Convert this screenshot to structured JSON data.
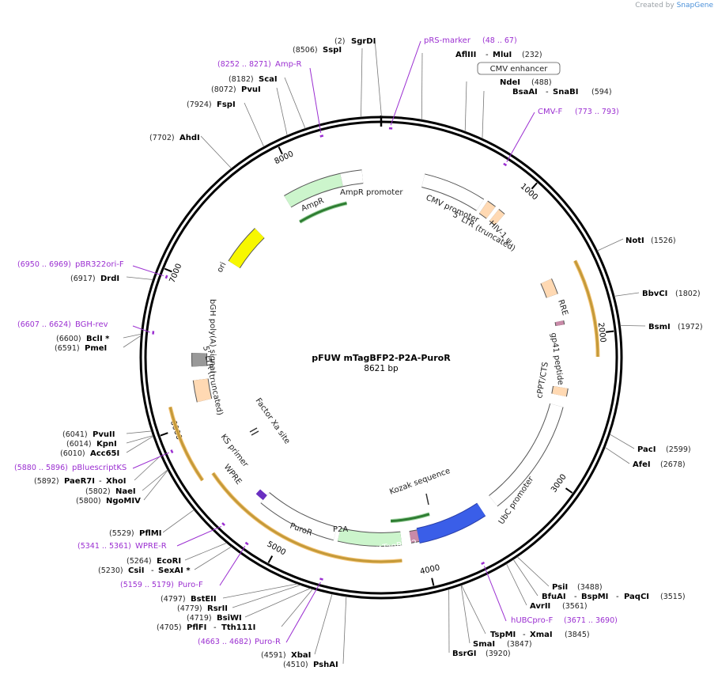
{
  "credit": {
    "prefix": "Created by",
    "brand": "SnapGene"
  },
  "plasmid": {
    "name": "pFUW mTagBFP2-P2A-PuroR",
    "size_label": "8621 bp",
    "length": 8621
  },
  "colors": {
    "backbone": "#000000",
    "primer": "#9b2fd1",
    "enzyme_line": "#6e6e6e",
    "orange_track": "#f5a623",
    "bfp": "#3a5ee8",
    "green": "#4caf50"
  },
  "ticks": [
    {
      "label": "1000",
      "bp": 1000
    },
    {
      "label": "2000",
      "bp": 2000
    },
    {
      "label": "3000",
      "bp": 3000
    },
    {
      "label": "4000",
      "bp": 4000
    },
    {
      "label": "5000",
      "bp": 5000
    },
    {
      "label": "6000",
      "bp": 6000
    },
    {
      "label": "7000",
      "bp": 7000
    },
    {
      "label": "8000",
      "bp": 8000
    }
  ],
  "enzymes": [
    {
      "pos": "(2)",
      "name": "SgrDI"
    },
    {
      "pos": "(8506)",
      "name": "SspI"
    },
    {
      "name": "AflIII",
      "sep": "-",
      "name2": "MluI",
      "pos2": "(232)"
    },
    {
      "name": "NdeI",
      "pos2": "(488)"
    },
    {
      "name": "BsaAI",
      "sep": "-",
      "name2": "SnaBI",
      "pos2": "(594)"
    },
    {
      "pos": "(8182)",
      "name": "ScaI"
    },
    {
      "pos": "(8072)",
      "name": "PvuI"
    },
    {
      "pos": "(7924)",
      "name": "FspI"
    },
    {
      "pos": "(7702)",
      "name": "AhdI"
    },
    {
      "name": "NotI",
      "pos2": "(1526)"
    },
    {
      "name": "BbvCI",
      "pos2": "(1802)"
    },
    {
      "name": "BsmI",
      "pos2": "(1972)"
    },
    {
      "pos": "(6917)",
      "name": "DrdI"
    },
    {
      "pos": "(6600)",
      "name": "BclI *"
    },
    {
      "pos": "(6591)",
      "name": "PmeI"
    },
    {
      "name": "PacI",
      "pos2": "(2599)"
    },
    {
      "name": "AfeI",
      "pos2": "(2678)"
    },
    {
      "pos": "(6041)",
      "name": "PvuII"
    },
    {
      "pos": "(6014)",
      "name": "KpnI"
    },
    {
      "pos": "(6010)",
      "name": "Acc65I"
    },
    {
      "pos": "(5892)",
      "name": "PaeR7I",
      "sep": "-",
      "name2": "XhoI"
    },
    {
      "pos": "(5802)",
      "name": "NaeI"
    },
    {
      "pos": "(5800)",
      "name": "NgoMIV"
    },
    {
      "pos": "(5529)",
      "name": "PflMI"
    },
    {
      "pos": "(5264)",
      "name": "EcoRI"
    },
    {
      "pos": "(5230)",
      "name": "CsiI",
      "sep": "-",
      "name2": "SexAI *"
    },
    {
      "pos": "(4797)",
      "name": "BstEII"
    },
    {
      "pos": "(4779)",
      "name": "RsrII"
    },
    {
      "pos": "(4719)",
      "name": "BsiWI"
    },
    {
      "pos": "(4705)",
      "name": "PflFI",
      "sep": "-",
      "name2": "Tth111I"
    },
    {
      "pos": "(4591)",
      "name": "XbaI"
    },
    {
      "pos": "(4510)",
      "name": "PshAI"
    },
    {
      "name": "PsiI",
      "pos2": "(3488)"
    },
    {
      "name": "BfuAI",
      "sep": "-",
      "name2": "BspMI",
      "sep2": "-",
      "name3": "PaqCI",
      "pos2": "(3515)"
    },
    {
      "name": "AvrII",
      "pos2": "(3561)"
    },
    {
      "name": "TspMI",
      "sep": "-",
      "name2": "XmaI",
      "pos2": "(3845)"
    },
    {
      "name": "SmaI",
      "pos2": "(3847)"
    },
    {
      "name": "BsrGI",
      "pos2": "(3920)"
    }
  ],
  "primers": [
    {
      "name": "pRS-marker",
      "range": "(48 .. 67)"
    },
    {
      "name": "CMV-F",
      "range": "(773 .. 793)"
    },
    {
      "range": "(8252 .. 8271)",
      "name": "Amp-R"
    },
    {
      "range": "(6950 .. 6969)",
      "name": "pBR322ori-F"
    },
    {
      "range": "(6607 .. 6624)",
      "name": "BGH-rev"
    },
    {
      "range": "(5880 .. 5896)",
      "name": "pBluescriptKS"
    },
    {
      "range": "(5341 .. 5361)",
      "name": "WPRE-R"
    },
    {
      "range": "(5159 .. 5179)",
      "name": "Puro-F"
    },
    {
      "range": "(4663 .. 4682)",
      "name": "Puro-R"
    },
    {
      "name": "hUBCpro-F",
      "range": "(3671 .. 3690)"
    }
  ],
  "boxed_labels": {
    "cmv_enhancer": "CMV enhancer"
  },
  "features": {
    "ampr_promoter": "AmpR promoter",
    "ampr": "AmpR",
    "ori": "ori",
    "cmv_promoter": "CMV promoter",
    "ltr5": "5' LTR (truncated)",
    "hiv_psi": "HIV-1 ψ",
    "rre": "RRE",
    "gp41": "gp41 peptide",
    "cppt": "cPPT/CTS",
    "ubc": "UbC promoter",
    "kozak": "Kozak sequence",
    "bfp": "mTagBFP2",
    "p2a": "P2A",
    "puror": "PuroR",
    "wpre": "WPRE",
    "ks": "KS primer",
    "factor_xa": "Factor Xa site",
    "ltr5b": "5' LTR (truncated)",
    "bgh": "bGH poly(A) signal"
  }
}
